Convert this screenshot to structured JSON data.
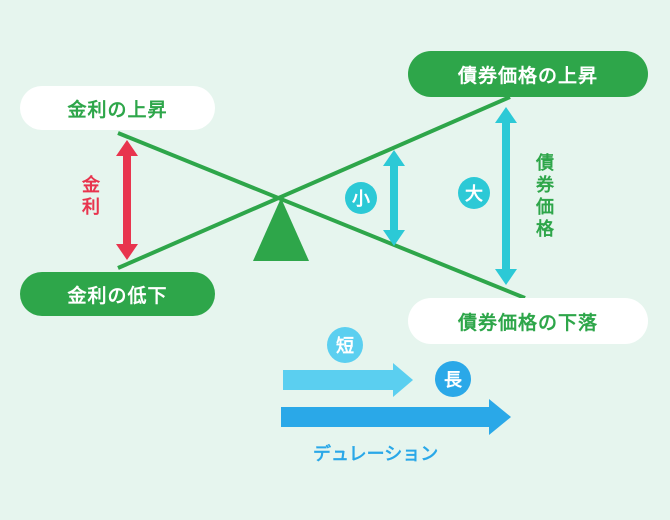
{
  "labels": {
    "rate_up": "金利の上昇",
    "rate_down": "金利の低下",
    "bond_up": "債券価格の上昇",
    "bond_down": "債券価格の下落",
    "rate_axis": "金利",
    "bond_axis": "債券価格",
    "small": "小",
    "large": "大",
    "short": "短",
    "long": "長",
    "duration": "デュレーション"
  },
  "colors": {
    "background": "#e6f5ee",
    "green": "#2ea64a",
    "red": "#e8344e",
    "cyan": "#2cc9d6",
    "light_blue": "#5bcff0",
    "blue": "#2aa8e8",
    "white": "#ffffff"
  }
}
